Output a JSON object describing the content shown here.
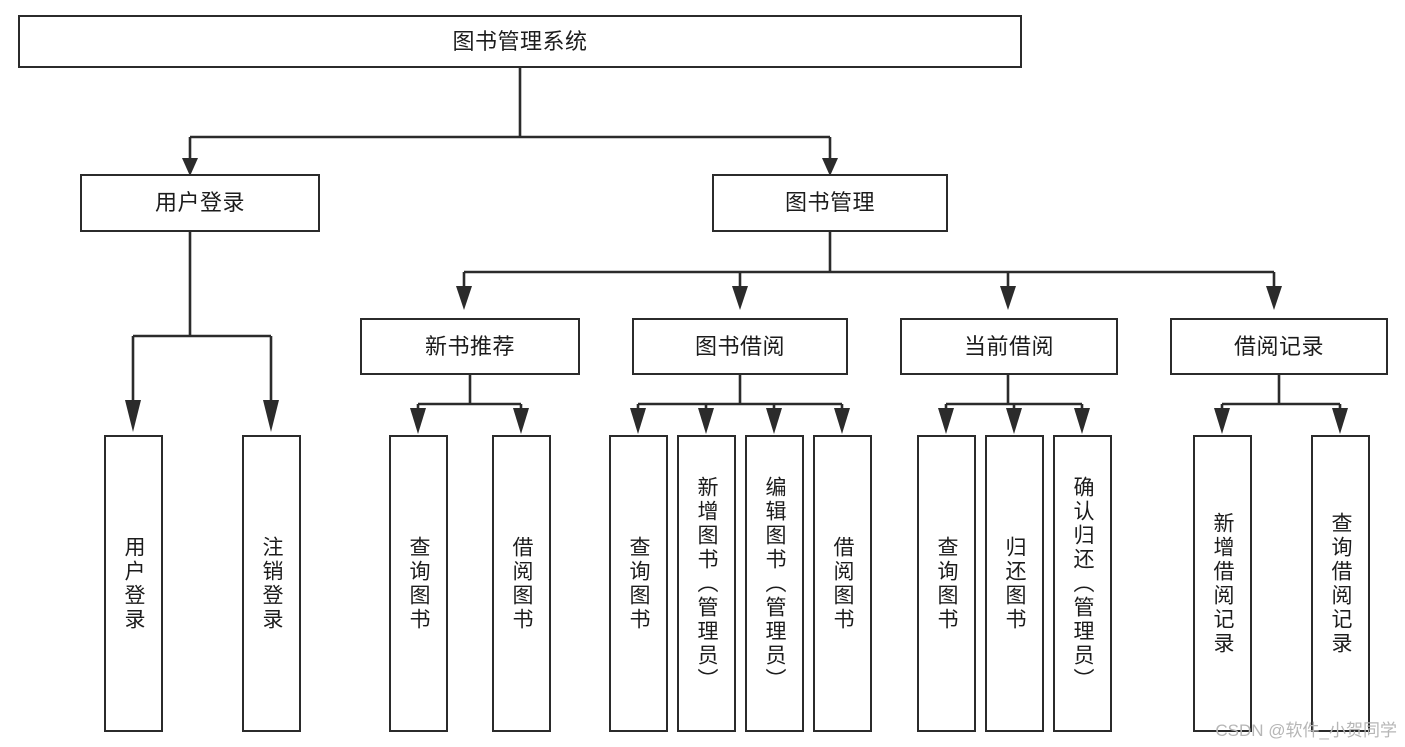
{
  "diagram": {
    "title": "图书管理系统",
    "watermark": "CSDN @软件_小贺同学",
    "colors": {
      "stroke": "#2b2b2b",
      "fill": "#ffffff",
      "text": "#1c1c1c",
      "watermark": "#b6b6b6"
    },
    "root": {
      "label": "图书管理系统"
    },
    "level2": [
      {
        "label": "用户登录"
      },
      {
        "label": "图书管理"
      }
    ],
    "level3": [
      {
        "label": "新书推荐"
      },
      {
        "label": "图书借阅"
      },
      {
        "label": "当前借阅"
      },
      {
        "label": "借阅记录"
      }
    ],
    "leaves": {
      "user_login": [
        {
          "label": "用户登录"
        },
        {
          "label": "注销登录"
        }
      ],
      "new_book_recommend": [
        {
          "label": "查询图书"
        },
        {
          "label": "借阅图书"
        }
      ],
      "book_borrow": [
        {
          "label": "查询图书"
        },
        {
          "label": "新增图书（管理员）"
        },
        {
          "label": "编辑图书（管理员）"
        },
        {
          "label": "借阅图书"
        }
      ],
      "current_borrow": [
        {
          "label": "查询图书"
        },
        {
          "label": "归还图书"
        },
        {
          "label": "确认归还（管理员）"
        }
      ],
      "borrow_record": [
        {
          "label": "新增借阅记录"
        },
        {
          "label": "查询借阅记录"
        }
      ]
    }
  }
}
